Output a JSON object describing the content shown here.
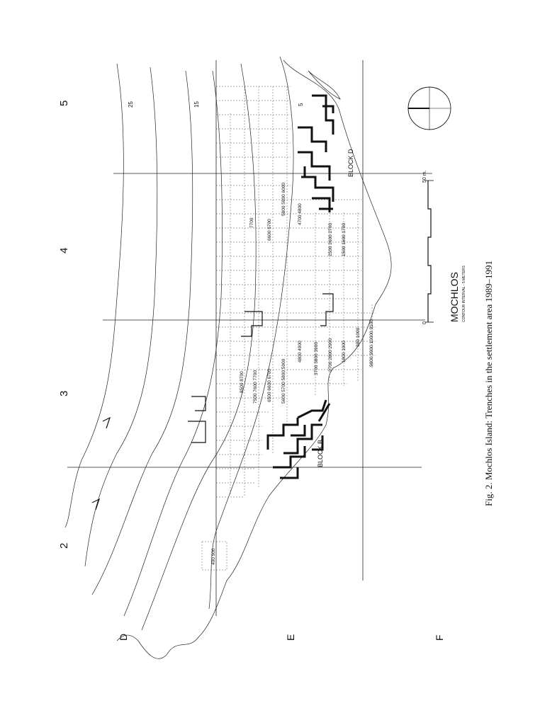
{
  "map_title": "MOCHLOS",
  "contour_note": "CONTOUR INTERVAL - 5 METERS",
  "caption": "Fig. 2. Mochlos Island: Trenches in the settlement area 1989–1991",
  "grid_columns": [
    "2",
    "3",
    "4",
    "5"
  ],
  "grid_rows": [
    "D",
    "E",
    "F"
  ],
  "contour_labels": [
    "25",
    "15",
    "5"
  ],
  "blocks": [
    "BLOCK B",
    "BLOCK D"
  ],
  "scale": {
    "start": "0",
    "end": "50 m."
  },
  "trench_rows": [
    {
      "text": "400 500"
    },
    {
      "text": "8500 8700"
    },
    {
      "text": "7500 7600 7700"
    },
    {
      "text": "6500 6600 6700"
    },
    {
      "text": "5600 5700 5800 5900"
    },
    {
      "text": "4800 4900"
    },
    {
      "text": "3700 3800 3900"
    },
    {
      "text": "2700 2800 2900"
    },
    {
      "text": "1800 1900"
    },
    {
      "text": "900 1000"
    },
    {
      "text": "9800 9900 10000 9100"
    },
    {
      "text": "5800 5900 6000"
    },
    {
      "text": "6600 6700"
    },
    {
      "text": "7700"
    },
    {
      "text": "4700 4800"
    },
    {
      "text": "2500 2600 2700"
    },
    {
      "text": "1500 1600 1700"
    }
  ],
  "colors": {
    "ink": "#111111",
    "paper": "#ffffff"
  },
  "icons": [
    "compass-rose",
    "scale-bar"
  ]
}
